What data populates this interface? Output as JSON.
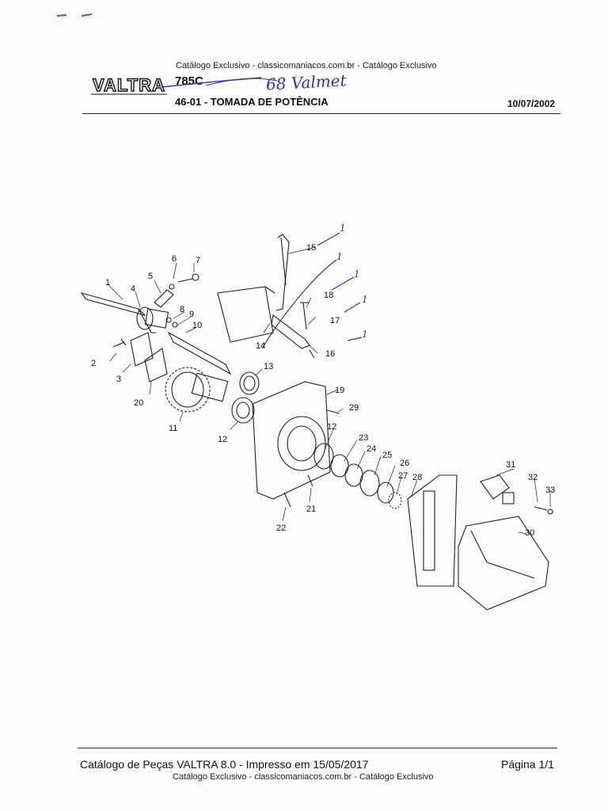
{
  "header": {
    "watermark": "Catálogo Exclusivo - classicomaniacos.com.br - Catálogo Exclusivo",
    "logo_text": "VALTRA",
    "model": "785C",
    "handwritten_note": "68 Valmet",
    "section_title": "46-01 - TOMADA DE POTÊNCIA",
    "date": "10/07/2002"
  },
  "diagram": {
    "part_numbers": [
      "1",
      "2",
      "3",
      "4",
      "5",
      "6",
      "7",
      "8",
      "9",
      "10",
      "11",
      "12",
      "13",
      "14",
      "15",
      "16",
      "17",
      "18",
      "19",
      "20",
      "21",
      "22",
      "23",
      "24",
      "25",
      "26",
      "27",
      "28",
      "29",
      "30",
      "31",
      "32",
      "33"
    ],
    "duplicate_label": "12",
    "handwritten_marks": [
      "1",
      "1",
      "1",
      "1",
      "1"
    ]
  },
  "footer": {
    "left_text": "Catálogo de Peças VALTRA 8.0 - Impresso em 15/05/2017",
    "page": "Página 1/1",
    "watermark": "Catálogo Exclusivo - classicomaniacos.com.br - Catálogo Exclusivo"
  },
  "colors": {
    "ink": "#2a3a9e",
    "stray_mark": "#c0392b",
    "text": "#111111",
    "paper": "#fbfbfa"
  }
}
